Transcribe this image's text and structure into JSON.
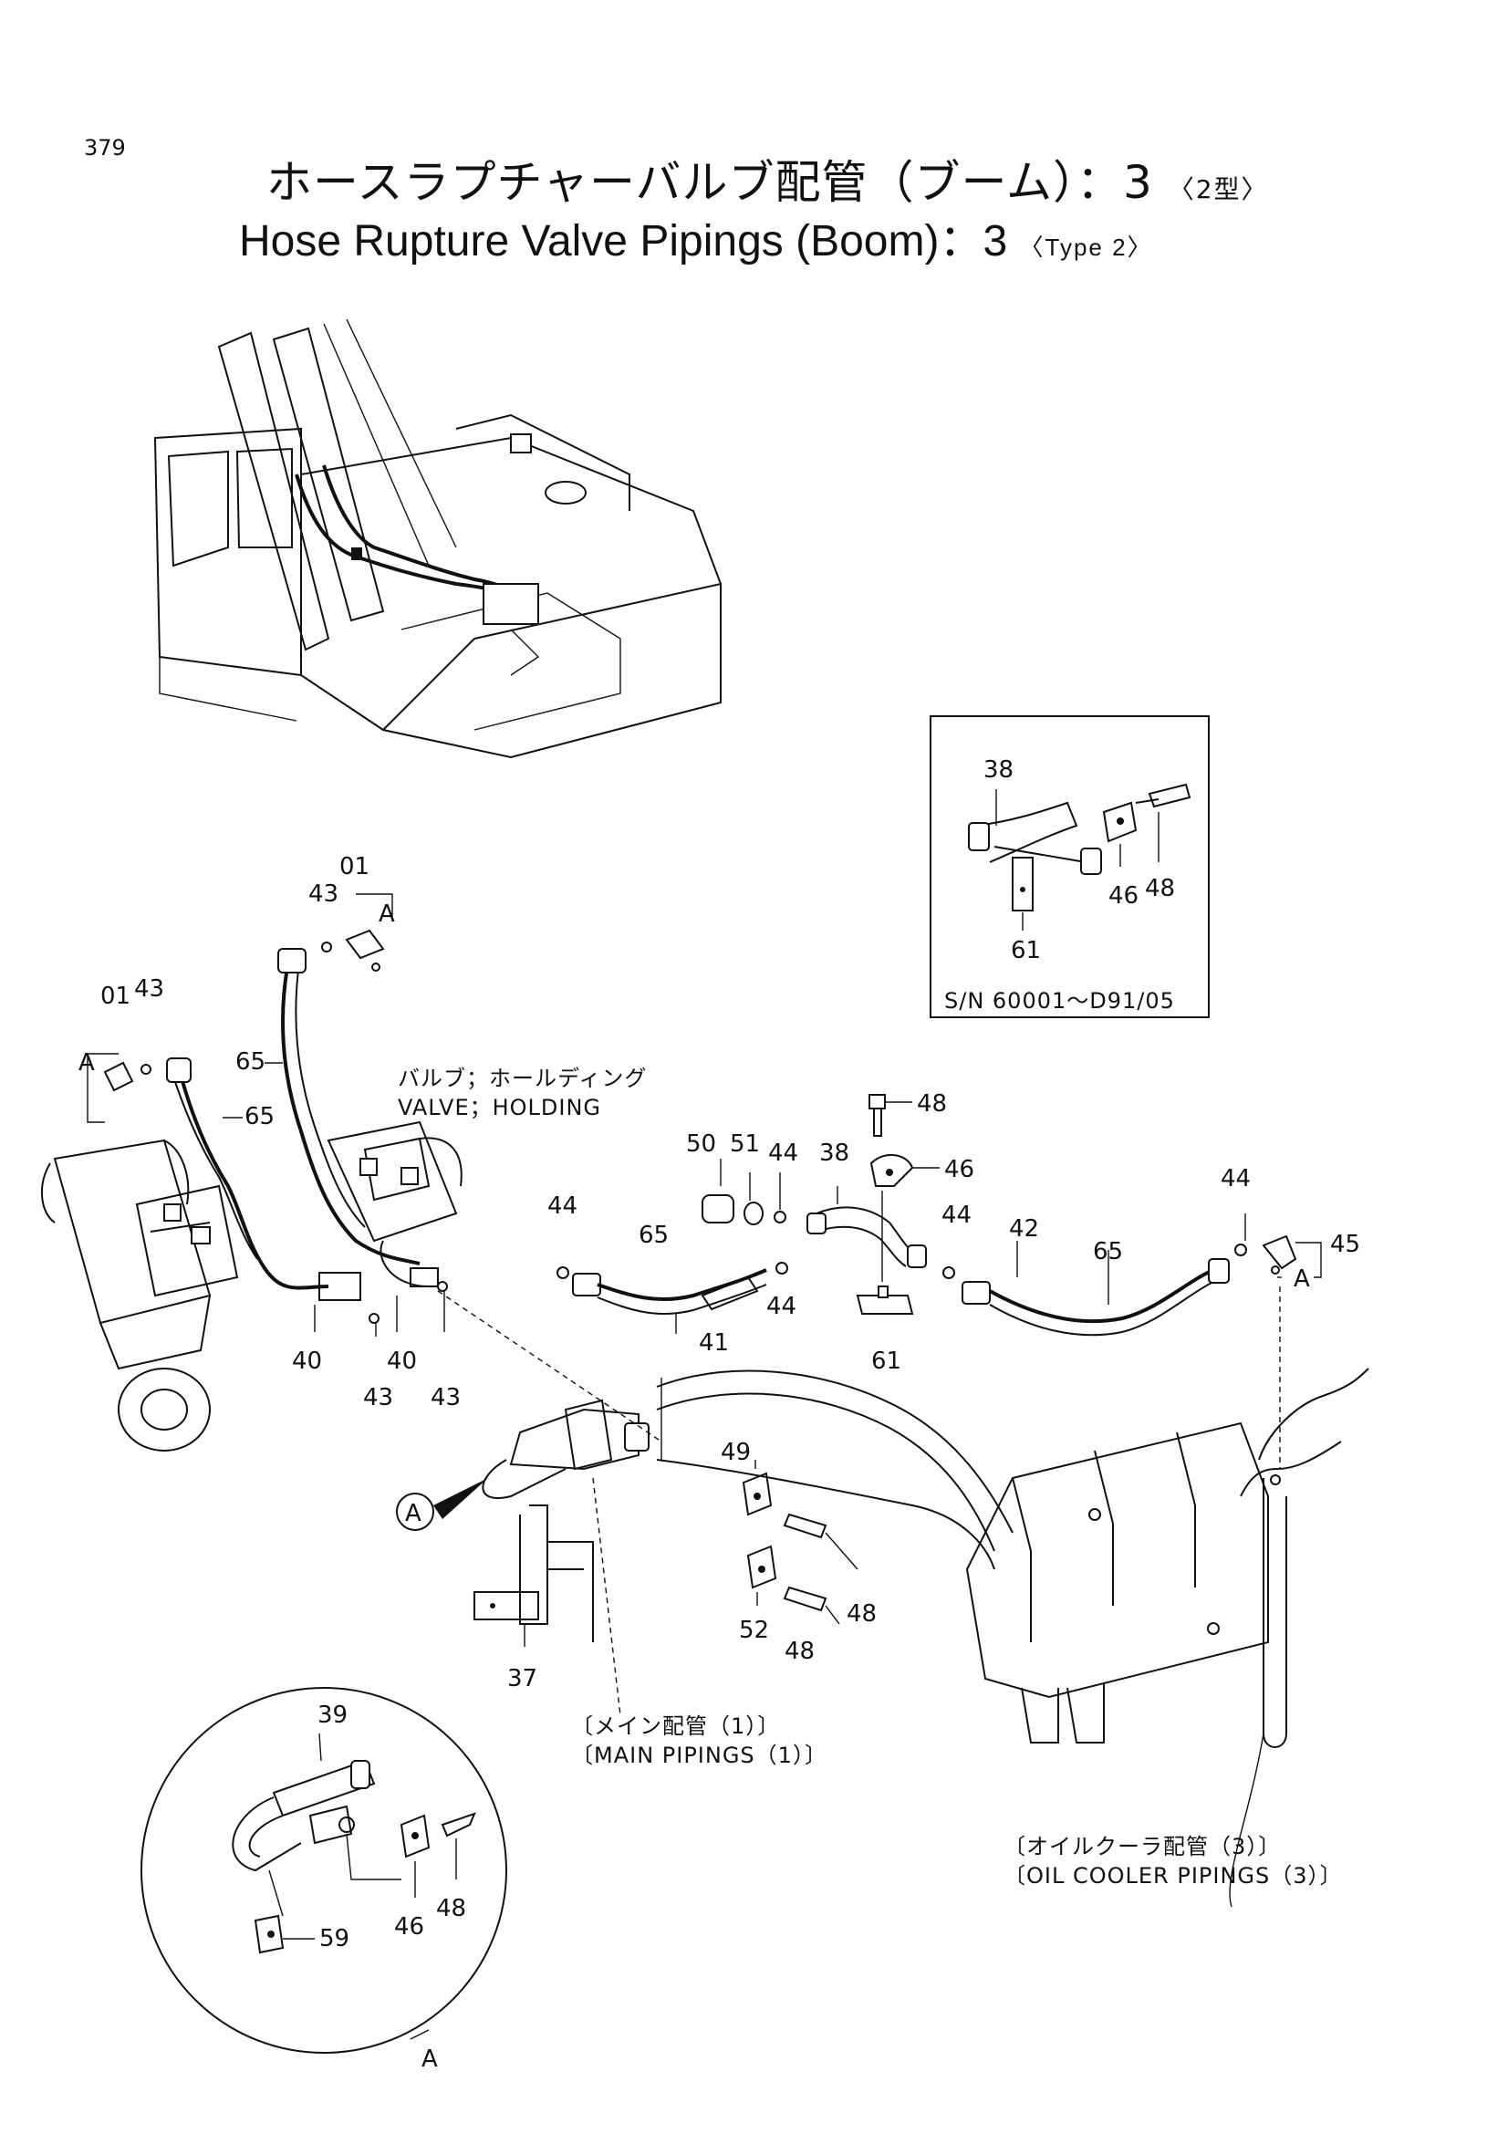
{
  "page_number": "379",
  "title": {
    "ja": "ホースラプチャーバルブ配管（ブーム）：3",
    "ja_type": "〈2型〉",
    "en": "Hose Rupture Valve Pipings (Boom)：3",
    "en_type": "〈Type 2〉"
  },
  "callouts": {
    "inset_38": "38",
    "inset_46": "46",
    "inset_48": "48",
    "inset_61": "61",
    "l_01": "01",
    "l_43": "43",
    "l_A": "A",
    "l_65": "65",
    "c_01": "01",
    "c_43": "43",
    "c_A": "A",
    "c_65": "65",
    "l_40": "40",
    "l_43b": "43",
    "c_40": "40",
    "c_43b": "43",
    "p_50": "50",
    "p_51": "51",
    "p_44a": "44",
    "p_38": "38",
    "p_48a": "48",
    "p_46": "46",
    "p_44b": "44",
    "p_65a": "65",
    "p_44c": "44",
    "p_41": "41",
    "p_61": "61",
    "p_44d": "44",
    "p_42": "42",
    "p_65b": "65",
    "p_44e": "44",
    "p_45": "45",
    "p_A2": "A",
    "p_49": "49",
    "p_48b": "48",
    "p_52": "52",
    "p_48c": "48",
    "p_37": "37",
    "d_39": "39",
    "d_46": "46",
    "d_48": "48",
    "d_59": "59",
    "d_A": "A",
    "view_A": "A"
  },
  "notes": {
    "serial_range": "S/N 60001～D91/05",
    "valve_ja": "バルブ；ホールディング",
    "valve_en": "VALVE；HOLDING",
    "main_ja": "〔メイン配管（1）〕",
    "main_en": "〔MAIN PIPINGS（1）〕",
    "oil_ja": "〔オイルクーラ配管（3）〕",
    "oil_en": "〔OIL COOLER PIPINGS（3）〕"
  }
}
